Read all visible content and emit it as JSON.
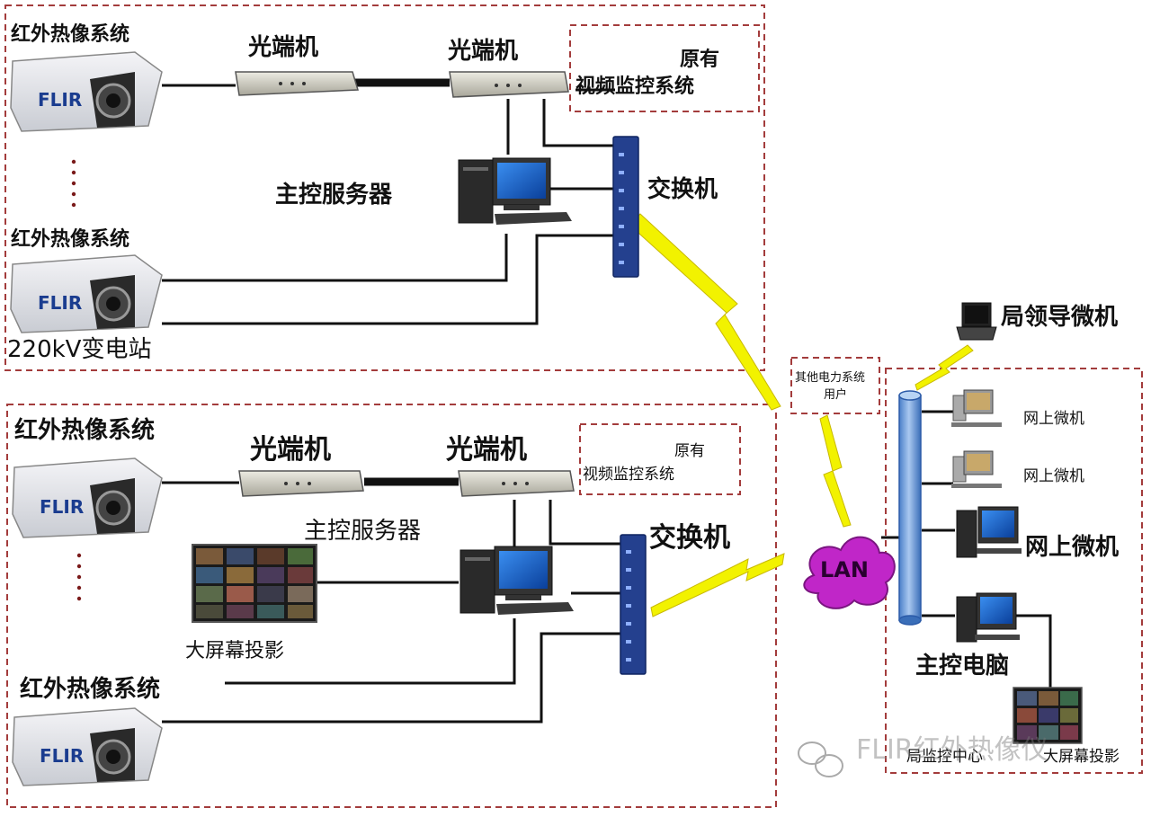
{
  "top_station": {
    "camera_label_1": "红外热像系统",
    "camera_label_2": "红外热像系统",
    "optical_1": "光端机",
    "optical_2": "光端机",
    "original_line1": "原有",
    "original_line2": "视频监控系统",
    "server": "主控服务器",
    "switch": "交换机",
    "station_name": "220kV变电站",
    "camera_brand": "FLIR"
  },
  "bottom_station": {
    "camera_label_1": "红外热像系统",
    "camera_label_2": "红外热像系统",
    "optical_1": "光端机",
    "optical_2": "光端机",
    "original_line1": "原有",
    "original_line2": "视频监控系统",
    "server": "主控服务器",
    "switch": "交换机",
    "big_screen": "大屏幕投影",
    "camera_brand": "FLIR"
  },
  "network": {
    "lan": "LAN",
    "other_users_line1": "其他电力系统",
    "other_users_line2": "用户"
  },
  "center": {
    "leader_pc": "局领导微机",
    "online_pc_1": "网上微机",
    "online_pc_2": "网上微机",
    "online_pc_3": "网上微机",
    "main_pc": "主控电脑",
    "center_name": "局监控中心",
    "big_screen": "大屏幕投影"
  },
  "watermark": "FLIR红外热像仪",
  "colors": {
    "dashed_border": "#a33c3c",
    "switch_blue": "#24408e",
    "lightning": "#f2f200",
    "lan_cloud": "#c026c8",
    "monitor_blue": "#1560c0"
  }
}
